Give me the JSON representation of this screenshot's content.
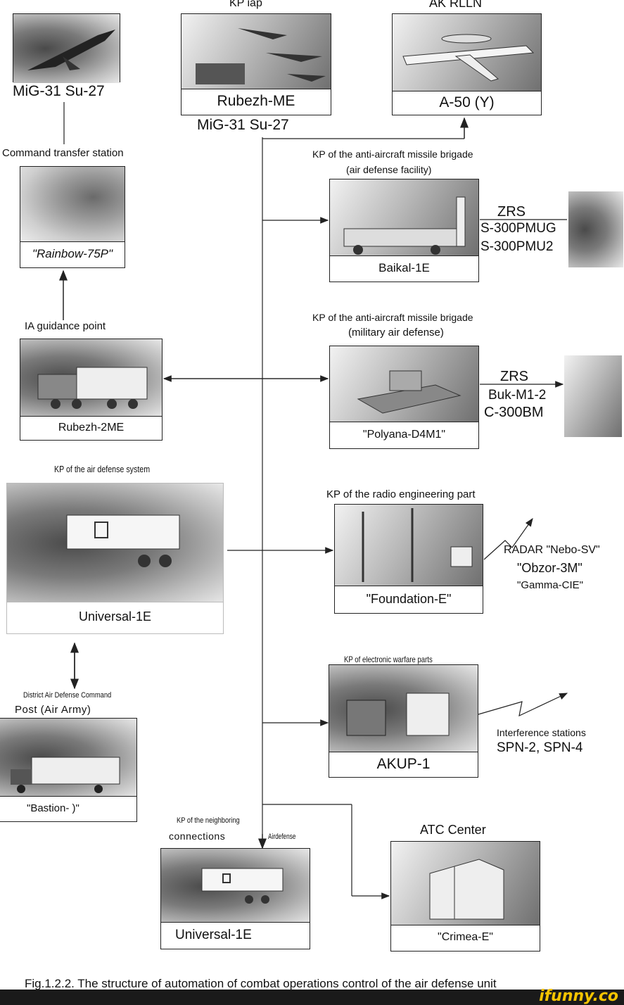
{
  "labels": {
    "mig_top": "MiG-31 Su-27",
    "kp_iap": "KP iap",
    "rubezh_me": "Rubezh-ME",
    "mig_center": "MiG-31 Su-27",
    "ak_rlln": "AK RLLN",
    "a50": "A-50 (Y)",
    "cmd_transfer": "Command transfer station",
    "rainbow": "\"Rainbow-75P\"",
    "ia_guidance": "IA guidance point",
    "rubezh_2me": "Rubezh-2ME",
    "kp_brigade1_line1": "KP of the anti-aircraft missile brigade",
    "kp_brigade1_line2": "(air defense facility)",
    "baikal": "Baikal-1E",
    "zrs1": "ZRS",
    "s300pmug": "S-300PMUG",
    "s300pmu2": "S-300PMU2",
    "kp_brigade2_line1": "KP of the anti-aircraft missile brigade",
    "kp_brigade2_line2": "(military air defense)",
    "polyana": "\"Polyana-D4M1\"",
    "zrs2": "ZRS",
    "buk": "Buk-M1-2",
    "c300bm": "C-300BM",
    "kp_air_defense_system": "KP of the air defense system",
    "universal_1e_left": "Universal-1E",
    "kp_radio": "KP of the radio engineering part",
    "foundation": "\"Foundation-E\"",
    "radar_line1": "RADAR \"Nebo-SV\"",
    "radar_line2": "\"Obzor-3M\"",
    "radar_line3": "\"Gamma-CIE\"",
    "district_line1": "District Air Defense Command",
    "district_line2": "Post (Air Army)",
    "bastion": "\"Bastion- )\"",
    "kp_ew": "KP of electronic warfare parts",
    "akup": "AKUP-1",
    "interference_line1": "Interference stations",
    "interference_line2": "SPN-2, SPN-4",
    "kp_neighboring_line1": "KP of the neighboring",
    "kp_neighboring_line2": "connections",
    "airdefense": "Airdefense",
    "universal_1e_bottom": "Universal-1E",
    "atc_center": "ATC Center",
    "crimea": "\"Crimea-E\"",
    "caption": "Fig.1.2.2. The structure of automation of combat operations control of the air defense unit",
    "brand": "ifunny.co"
  },
  "colors": {
    "line": "#222222",
    "brand": "#f5c400"
  }
}
